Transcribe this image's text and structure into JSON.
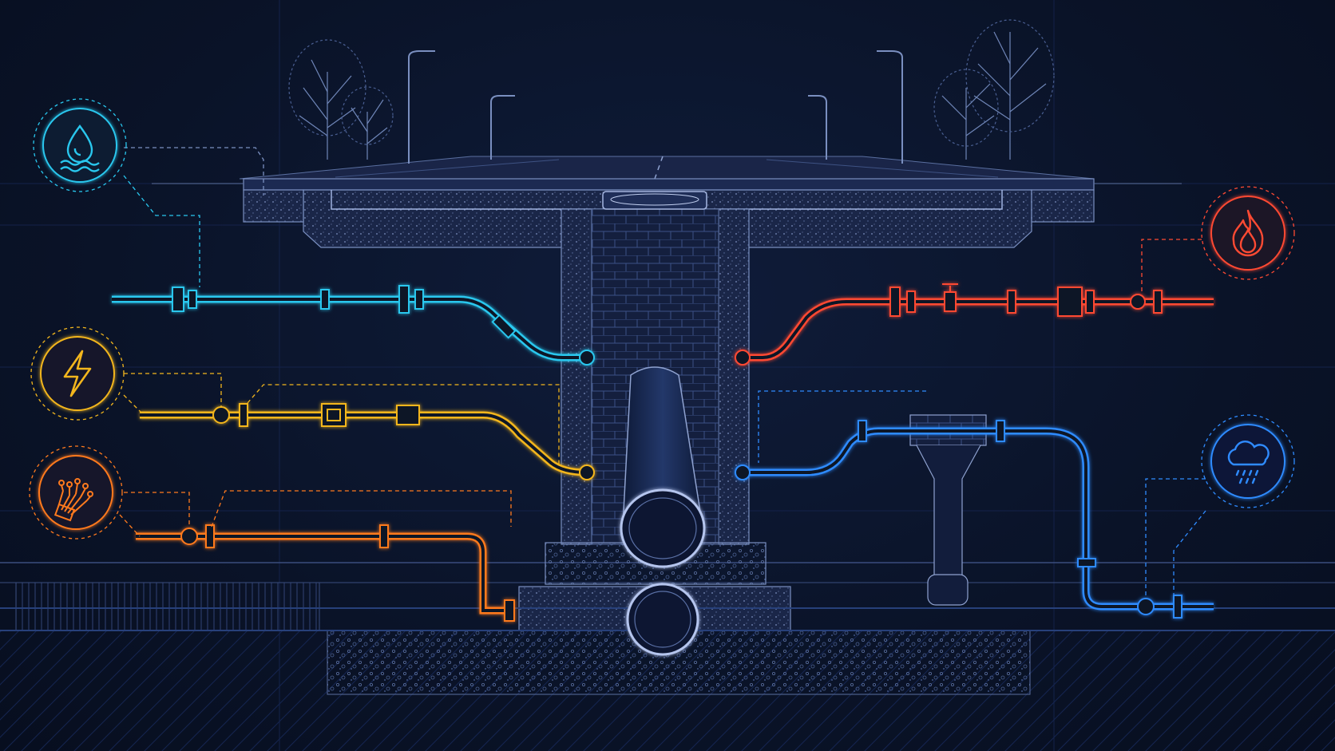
{
  "colors": {
    "background": "#0a1328",
    "structure": "#6f86b8",
    "structure_dim": "#3a4d7e",
    "water": "#29c7ee",
    "gas": "#ff4a33",
    "electric": "#f3b61d",
    "fiber": "#ff7a1e",
    "storm": "#2f8bff"
  },
  "utilities": [
    {
      "key": "water",
      "icon": "water-drop-icon",
      "side": "left"
    },
    {
      "key": "electric",
      "icon": "lightning-bolt-icon",
      "side": "left"
    },
    {
      "key": "fiber",
      "icon": "fiber-optic-icon",
      "side": "left"
    },
    {
      "key": "gas",
      "icon": "flame-icon",
      "side": "right"
    },
    {
      "key": "storm",
      "icon": "rain-cloud-icon",
      "side": "right"
    }
  ]
}
